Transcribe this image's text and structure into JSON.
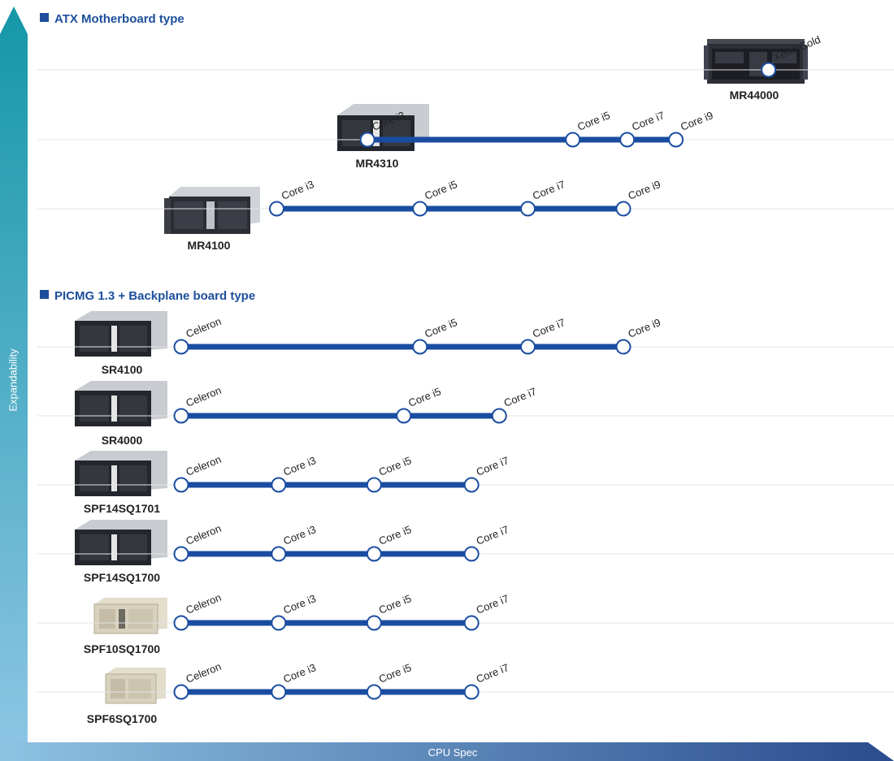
{
  "colors": {
    "accent": "#1a4da1",
    "title": "#1d4f9c",
    "axis_start": "#1596a8",
    "axis_end": "#2a4e8f"
  },
  "axes": {
    "y_label": "Expandability",
    "x_label": "CPU Spec"
  },
  "sections": [
    {
      "title": "ATX Motherboard type",
      "products": [
        {
          "model": "MR44000",
          "chassis": "dark-rack",
          "cpus": [
            {
              "label": "Xeon Gold",
              "tier": 6.15
            }
          ]
        },
        {
          "model": "MR4310",
          "chassis": "grey-rack",
          "cpus": [
            {
              "label": "Core i3",
              "tier": 1.95
            },
            {
              "label": "Core i5",
              "tier": 4.1
            },
            {
              "label": "Core i7",
              "tier": 4.67
            },
            {
              "label": "Core i9",
              "tier": 5.18
            }
          ]
        },
        {
          "model": "MR4100",
          "chassis": "silver-rack",
          "cpus": [
            {
              "label": "Core i3",
              "tier": 1.0
            },
            {
              "label": "Core i5",
              "tier": 2.5
            },
            {
              "label": "Core i7",
              "tier": 3.63
            },
            {
              "label": "Core i9",
              "tier": 4.63
            }
          ]
        }
      ]
    },
    {
      "title": "PICMG 1.3 + Backplane board type",
      "products": [
        {
          "model": "SR4100",
          "chassis": "black-rack",
          "cpus": [
            {
              "label": "Celeron",
              "tier": 0
            },
            {
              "label": "Core i5",
              "tier": 2.5
            },
            {
              "label": "Core i7",
              "tier": 3.63
            },
            {
              "label": "Core i9",
              "tier": 4.63
            }
          ]
        },
        {
          "model": "SR4000",
          "chassis": "black-rack",
          "cpus": [
            {
              "label": "Celeron",
              "tier": 0
            },
            {
              "label": "Core i5",
              "tier": 2.33
            },
            {
              "label": "Core i7",
              "tier": 3.33
            }
          ]
        },
        {
          "model": "SPF14SQ1701",
          "chassis": "black-rack",
          "cpus": [
            {
              "label": "Celeron",
              "tier": 0
            },
            {
              "label": "Core i3",
              "tier": 1.02
            },
            {
              "label": "Core i5",
              "tier": 2.02
            },
            {
              "label": "Core i7",
              "tier": 3.04
            }
          ]
        },
        {
          "model": "SPF14SQ1700",
          "chassis": "black-rack",
          "cpus": [
            {
              "label": "Celeron",
              "tier": 0
            },
            {
              "label": "Core i3",
              "tier": 1.02
            },
            {
              "label": "Core i5",
              "tier": 2.02
            },
            {
              "label": "Core i7",
              "tier": 3.04
            }
          ]
        },
        {
          "model": "SPF10SQ1700",
          "chassis": "beige-wall",
          "cpus": [
            {
              "label": "Celeron",
              "tier": 0
            },
            {
              "label": "Core i3",
              "tier": 1.02
            },
            {
              "label": "Core i5",
              "tier": 2.02
            },
            {
              "label": "Core i7",
              "tier": 3.04
            }
          ]
        },
        {
          "model": "SPF6SQ1700",
          "chassis": "beige-box",
          "cpus": [
            {
              "label": "Celeron",
              "tier": 0
            },
            {
              "label": "Core i3",
              "tier": 1.02
            },
            {
              "label": "Core i5",
              "tier": 2.02
            },
            {
              "label": "Core i7",
              "tier": 3.04
            }
          ]
        }
      ]
    }
  ]
}
